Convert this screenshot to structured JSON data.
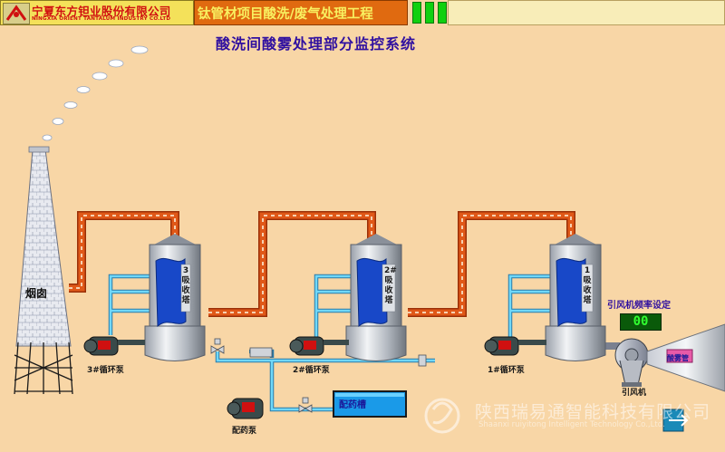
{
  "header": {
    "company_cn": "宁夏东方钽业股份有限公司",
    "company_en": "NINGXIA ORIENT TANTALUM INDUSTRY CO.LTD",
    "project_title": "钛管材项目酸洗/废气处理工程"
  },
  "system_title": "酸洗间酸雾处理部分监控系统",
  "chimney_label": "烟囱",
  "towers": [
    {
      "label": "3#吸收塔",
      "chars": [
        "3",
        "吸",
        "收",
        "塔"
      ]
    },
    {
      "label": "2#吸收塔",
      "chars": [
        "2#",
        "吸",
        "收",
        "塔"
      ]
    },
    {
      "label": "1#吸收塔",
      "chars": [
        "1",
        "吸",
        "收",
        "塔"
      ]
    }
  ],
  "pumps": [
    {
      "label": "3#循环泵"
    },
    {
      "label": "2#循环泵"
    },
    {
      "label": "1#循环泵"
    },
    {
      "label": "配药泵"
    }
  ],
  "tank_label": "配药槽",
  "fan": {
    "label": "引风机",
    "freq_label": "引风机频率设定",
    "freq_value": "00"
  },
  "outlet_label": "酸雾管",
  "watermark": {
    "cn": "陕西瑞易通智能科技有限公司",
    "en": "Shaanxi ruiyitong Intelligent Technology Co.,Ltd."
  },
  "colors": {
    "background": "#F8D6A6",
    "duct": "#E05818",
    "water_pipe": "#70D8F8",
    "indicator": "#10D010",
    "title": "#3010A0"
  }
}
